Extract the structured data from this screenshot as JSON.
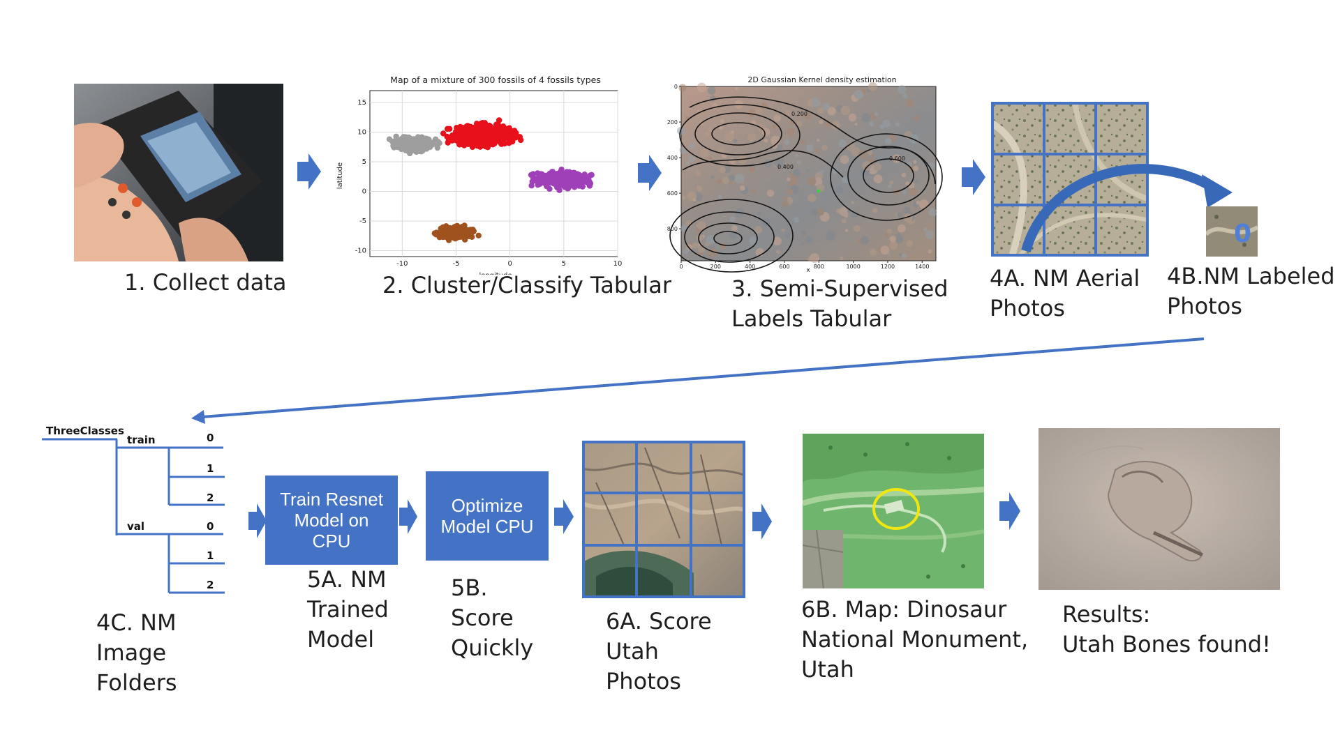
{
  "steps": {
    "s1": {
      "caption": "1. Collect data"
    },
    "s2": {
      "caption": "2. Cluster/Classify Tabular"
    },
    "s3": {
      "line1": "3. Semi-Supervised",
      "line2": "Labels Tabular"
    },
    "s4a": {
      "line1": "4A. NM Aerial",
      "line2": "Photos"
    },
    "s4b": {
      "line1": "4B.NM Labeled",
      "line2": "Photos",
      "label_digit": "0"
    },
    "s4c": {
      "line1": "4C. NM",
      "line2": "Image",
      "line3": "Folders"
    },
    "s5a": {
      "box_line1": "Train Resnet",
      "box_line2": "Model on",
      "box_line3": "CPU",
      "line1": "5A. NM",
      "line2": "Trained",
      "line3": "Model"
    },
    "s5b": {
      "box_line1": "Optimize",
      "box_line2": "Model CPU",
      "line1": "5B.",
      "line2": "Score",
      "line3": "Quickly"
    },
    "s6a": {
      "line1": "6A. Score",
      "line2": "Utah",
      "line3": "Photos"
    },
    "s6b": {
      "line1": "6B. Map: Dinosaur",
      "line2": "National Monument,",
      "line3": "Utah"
    },
    "results": {
      "line1": "Results:",
      "line2": "Utah Bones found!"
    }
  },
  "folders": {
    "root": "ThreeClasses",
    "train": "train",
    "val": "val",
    "train_classes": [
      "0",
      "1",
      "2"
    ],
    "val_classes": [
      "0",
      "1",
      "2"
    ]
  },
  "chart_data": [
    {
      "type": "scatter",
      "title": "Map of a mixture of 300 fossils of 4 fossils types",
      "xlabel": "longitude",
      "ylabel": "latitude",
      "xlim": [
        -13,
        10
      ],
      "ylim": [
        -11,
        17
      ],
      "xticks": [
        "-10",
        "-5",
        "0",
        "5",
        "10"
      ],
      "yticks": [
        "15",
        "10",
        "5",
        "0",
        "-5",
        "-10"
      ],
      "grid": true,
      "clusters": [
        {
          "color": "#9e9e9e",
          "center": [
            -9,
            8
          ],
          "spread": [
            2.2,
            1.4
          ],
          "points": 220
        },
        {
          "color": "#e8101a",
          "center": [
            -2.5,
            9.5
          ],
          "spread": [
            3.5,
            2.3
          ],
          "points": 420
        },
        {
          "color": "#a040b8",
          "center": [
            4.8,
            2
          ],
          "spread": [
            3.2,
            1.7
          ],
          "points": 320
        },
        {
          "color": "#a0521e",
          "center": [
            -5,
            -7
          ],
          "spread": [
            2.3,
            1.3
          ],
          "points": 170
        }
      ]
    },
    {
      "type": "contour",
      "title": "2D Gaussian Kernel density estimation",
      "xlabel": "x",
      "xticks": [
        "0",
        "200",
        "400",
        "600",
        "800",
        "1000",
        "1200",
        "1400"
      ],
      "yticks": [
        "0",
        "200",
        "400",
        "600",
        "800"
      ],
      "contour_labels": [
        "0.200",
        "0.400",
        "0.600"
      ],
      "xlim": [
        0,
        1480
      ],
      "ylim": [
        0,
        980
      ]
    }
  ]
}
